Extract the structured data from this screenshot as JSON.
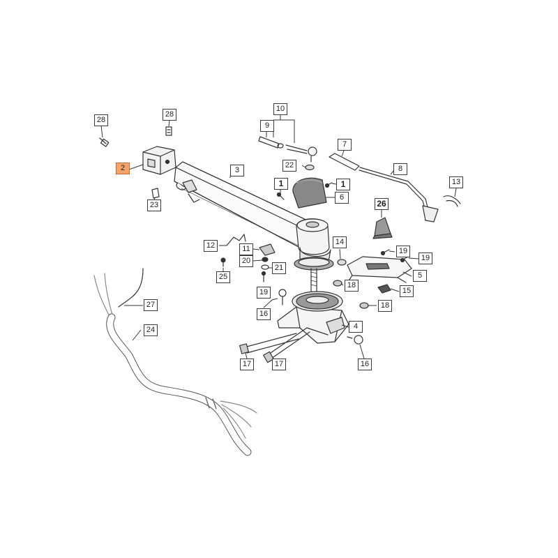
{
  "diagram": {
    "highlight_color": "#f4a56a",
    "highlighted_part": "2",
    "callouts": [
      {
        "key": "c28a",
        "label": "28"
      },
      {
        "key": "c28b",
        "label": "28"
      },
      {
        "key": "c2",
        "label": "2"
      },
      {
        "key": "c23",
        "label": "23"
      },
      {
        "key": "c10",
        "label": "10"
      },
      {
        "key": "c9",
        "label": "9"
      },
      {
        "key": "c3",
        "label": "3"
      },
      {
        "key": "c22",
        "label": "22"
      },
      {
        "key": "c1a",
        "label": "1"
      },
      {
        "key": "c1b",
        "label": "1"
      },
      {
        "key": "c6",
        "label": "6"
      },
      {
        "key": "c7",
        "label": "7"
      },
      {
        "key": "c8",
        "label": "8"
      },
      {
        "key": "c13",
        "label": "13"
      },
      {
        "key": "c26",
        "label": "26"
      },
      {
        "key": "c12",
        "label": "12"
      },
      {
        "key": "c11",
        "label": "11"
      },
      {
        "key": "c20",
        "label": "20"
      },
      {
        "key": "c21",
        "label": "21"
      },
      {
        "key": "c25",
        "label": "25"
      },
      {
        "key": "c19a",
        "label": "19"
      },
      {
        "key": "c14",
        "label": "14"
      },
      {
        "key": "c19b",
        "label": "19"
      },
      {
        "key": "c19c",
        "label": "19"
      },
      {
        "key": "c5",
        "label": "5"
      },
      {
        "key": "c18a",
        "label": "18"
      },
      {
        "key": "c15",
        "label": "15"
      },
      {
        "key": "c16a",
        "label": "16"
      },
      {
        "key": "c18b",
        "label": "18"
      },
      {
        "key": "c27",
        "label": "27"
      },
      {
        "key": "c4",
        "label": "4"
      },
      {
        "key": "c24",
        "label": "24"
      },
      {
        "key": "c17a",
        "label": "17"
      },
      {
        "key": "c17b",
        "label": "17"
      },
      {
        "key": "c16b",
        "label": "16"
      }
    ]
  }
}
